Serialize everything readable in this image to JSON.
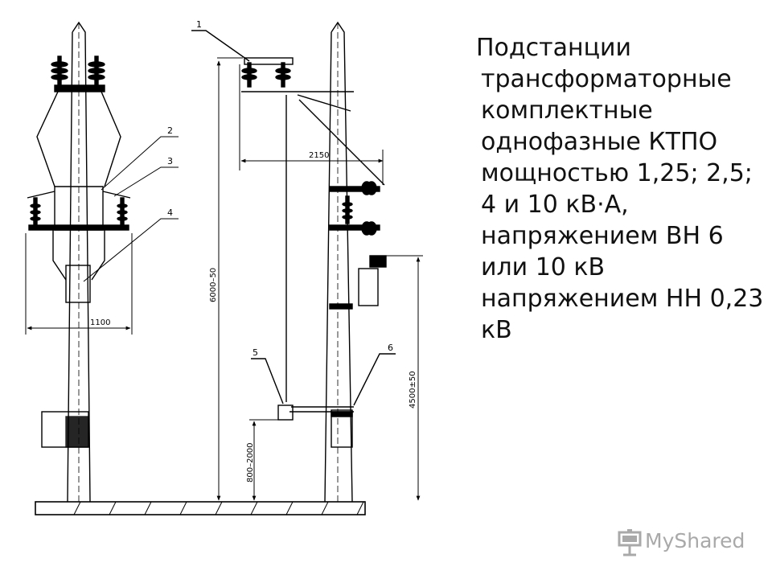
{
  "slide": {
    "caption": "Подстанции трансформаторные комплектные однофазные КТПО мощностью 1,25; 2,5; 4 и 10 кВ·А, напряжением ВН 6 или 10 кВ напряжением НН 0,23 кВ"
  },
  "drawing": {
    "callouts": [
      "1",
      "2",
      "3",
      "4",
      "5",
      "6"
    ],
    "dimensions": {
      "width_front": "1100",
      "width_side": "2150",
      "height_total": "6000–50",
      "height_box": "4500±50",
      "height_cabinet": "800–2000"
    }
  },
  "logo": {
    "text": "MyShared",
    "icon": "projector-screen-icon",
    "color": "#a9a9a9"
  }
}
